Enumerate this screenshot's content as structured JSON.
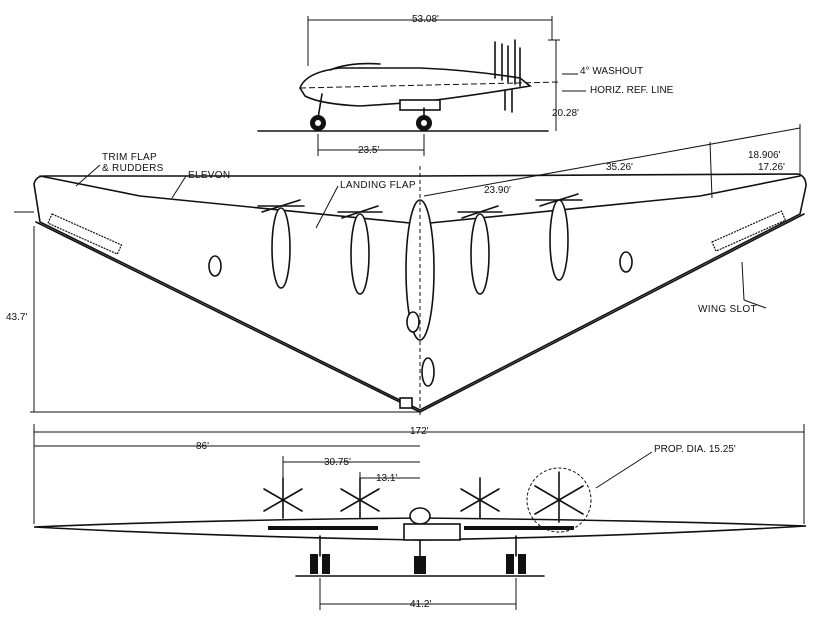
{
  "side_view": {
    "dim_span_top": "53.08'",
    "dim_height": "20.28'",
    "dim_gear": "23.5'",
    "label_washout": "4° WASHOUT",
    "label_horiz_ref": "HORIZ. REF. LINE"
  },
  "plan_view": {
    "label_trim_flap_1": "TRIM FLAP",
    "label_trim_flap_2": "& RUDDERS",
    "label_elevon": "ELEVON",
    "label_landing_flap": "LANDING FLAP",
    "label_wing_slot": "WING SLOT",
    "dim_root": "23.90'",
    "dim_outer": "35.26'",
    "dim_tip_a": "18.906'",
    "dim_tip_b": "17.26'",
    "dim_length": "43.7'"
  },
  "front_view": {
    "dim_span": "172'",
    "dim_half_span": "86'",
    "dim_outboard_prop": "30.75'",
    "dim_inboard_prop": "13.1'",
    "dim_gear_track": "41.2'",
    "label_prop_dia": "PROP. DIA. 15.25'"
  }
}
